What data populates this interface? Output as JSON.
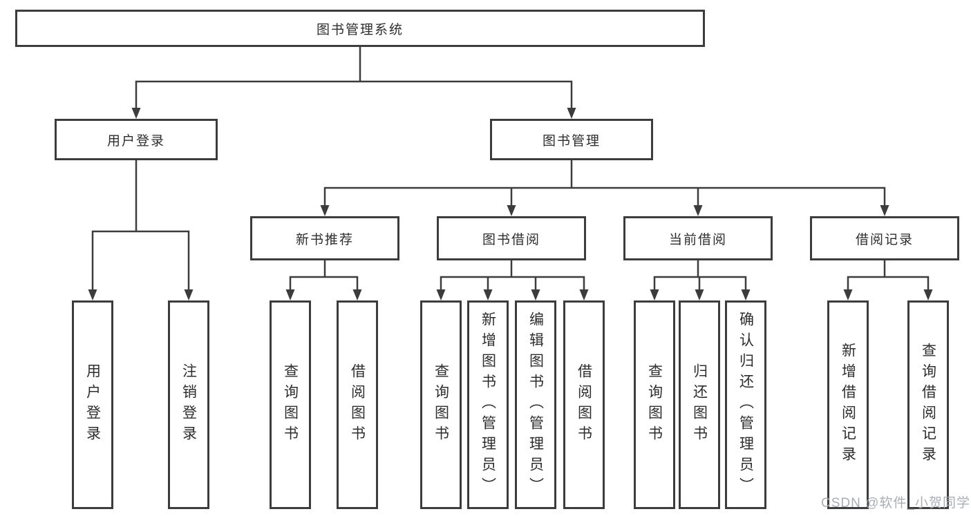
{
  "diagram_type": "tree",
  "nodes": {
    "root": "图书管理系统",
    "user_login_branch": "用户登录",
    "book_mgmt_branch": "图书管理",
    "new_books": "新书推荐",
    "book_borrow": "图书借阅",
    "current_borrow": "当前借阅",
    "borrow_records": "借阅记录",
    "leaf_user_login": "用户登录",
    "leaf_logout": "注销登录",
    "leaf_query_books_nb": "查询图书",
    "leaf_borrow_books_nb": "借阅图书",
    "leaf_query_books_bb": "查询图书",
    "leaf_add_book": "新增图书（管理员）",
    "leaf_edit_book": "编辑图书（管理员）",
    "leaf_borrow_books_bb": "借阅图书",
    "leaf_query_books_cb": "查询图书",
    "leaf_return_book": "归还图书",
    "leaf_confirm_return": "确认归还（管理员）",
    "leaf_add_record": "新增借阅记录",
    "leaf_query_record": "查询借阅记录"
  },
  "structure": {
    "图书管理系统": {
      "用户登录": [
        "用户登录",
        "注销登录"
      ],
      "图书管理": {
        "新书推荐": [
          "查询图书",
          "借阅图书"
        ],
        "图书借阅": [
          "查询图书",
          "新增图书（管理员）",
          "编辑图书（管理员）",
          "借阅图书"
        ],
        "当前借阅": [
          "查询图书",
          "归还图书",
          "确认归还（管理员）"
        ],
        "借阅记录": [
          "新增借阅记录",
          "查询借阅记录"
        ]
      }
    }
  },
  "watermark": "CSDN @软件_小贺同学",
  "colors": {
    "line": "#3c3c3c",
    "box_border": "#3c3c3c",
    "text": "#2d2d2d",
    "background": "#ffffff",
    "watermark": "#a5a9b0"
  }
}
